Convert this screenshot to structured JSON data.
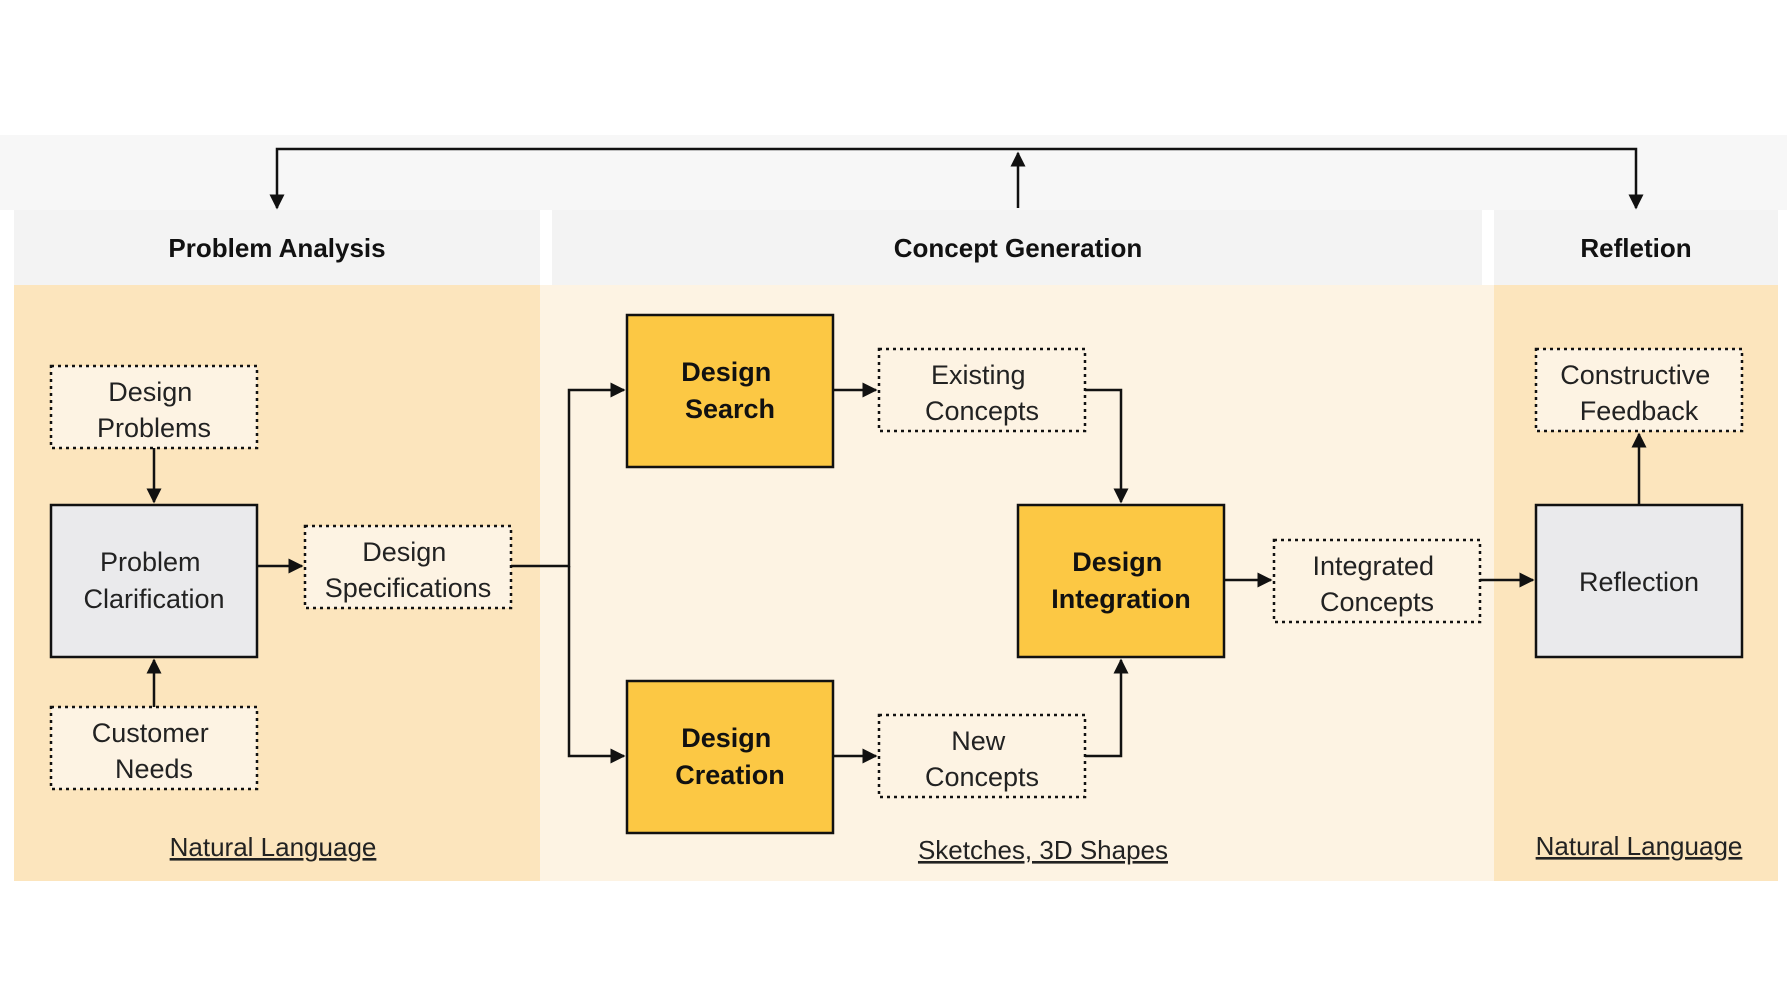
{
  "colors": {
    "band": "#f5f5f5",
    "panel_outer": "#fce5bd",
    "panel_inner": "#fdf3e3",
    "process": "#fcc844",
    "process_gray": "#eaeaec",
    "stroke": "#111111"
  },
  "panels": {
    "problem_analysis": {
      "title": "Problem Analysis",
      "footer": "Natural Language"
    },
    "concept_generation": {
      "title": "Concept Generation",
      "footer": "Sketches, 3D Shapes"
    },
    "reflection": {
      "title": "Refletion",
      "footer": "Natural Language"
    }
  },
  "nodes": {
    "design_problems": {
      "lines": [
        "Design",
        "Problems"
      ]
    },
    "problem_clarification": {
      "lines": [
        "Problem",
        "Clarification"
      ]
    },
    "customer_needs": {
      "lines": [
        "Customer",
        "Needs"
      ]
    },
    "design_specifications": {
      "lines": [
        "Design",
        "Specifications"
      ]
    },
    "design_search": {
      "lines": [
        "Design",
        "Search"
      ]
    },
    "design_creation": {
      "lines": [
        "Design",
        "Creation"
      ]
    },
    "existing_concepts": {
      "lines": [
        "Existing",
        "Concepts"
      ]
    },
    "new_concepts": {
      "lines": [
        "New",
        "Concepts"
      ]
    },
    "design_integration": {
      "lines": [
        "Design",
        "Integration"
      ]
    },
    "integrated_concepts": {
      "lines": [
        "Integrated",
        "Concepts"
      ]
    },
    "reflection": {
      "lines": [
        "Reflection"
      ]
    },
    "constructive_feedback": {
      "lines": [
        "Constructive",
        "Feedback"
      ]
    }
  }
}
